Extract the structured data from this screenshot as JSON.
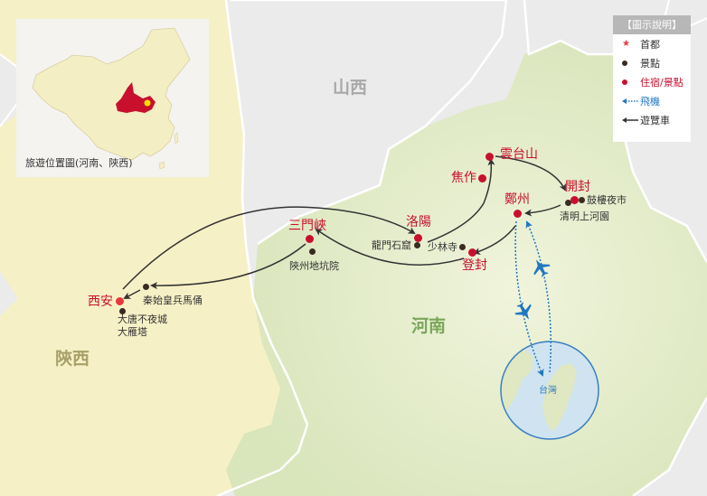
{
  "provinces": {
    "shanxi": "山西",
    "henan": "河南",
    "shaanxi": "陝西"
  },
  "inset": {
    "caption": "旅遊位置圖(河南、陝西)"
  },
  "legend": {
    "title": "【圖示說明】",
    "items": [
      {
        "symbol": "star-icon",
        "label": "首都",
        "color": "#e8383d"
      },
      {
        "symbol": "dot-icon",
        "label": "景點",
        "color": "#3b2a22"
      },
      {
        "symbol": "dot-icon",
        "label": "住宿/景點",
        "color": "#c8102e"
      },
      {
        "symbol": "dotted-arrow-icon",
        "label": "飛機",
        "color": "#1f77c0"
      },
      {
        "symbol": "solid-arrow-icon",
        "label": "遊覽車",
        "color": "#3b2a22"
      }
    ]
  },
  "cities": [
    {
      "name": "雲台山",
      "type": "stay"
    },
    {
      "name": "焦作",
      "type": "stay"
    },
    {
      "name": "開封",
      "type": "stay"
    },
    {
      "name": "鄭州",
      "type": "stay"
    },
    {
      "name": "洛陽",
      "type": "stay"
    },
    {
      "name": "三門峽",
      "type": "stay"
    },
    {
      "name": "登封",
      "type": "stay"
    },
    {
      "name": "西安",
      "type": "stay"
    }
  ],
  "spots": [
    {
      "name": "鼓樓夜市"
    },
    {
      "name": "清明上河園"
    },
    {
      "name": "龍門石窟"
    },
    {
      "name": "少林寺"
    },
    {
      "name": "陝州地坑院"
    },
    {
      "name": "秦始皇兵馬俑"
    },
    {
      "name": "大唐不夜城"
    },
    {
      "name": "大雁塔"
    }
  ],
  "taiwan": {
    "label": "台灣"
  },
  "colors": {
    "stay": "#c8102e",
    "spot": "#3b2a22",
    "flight": "#1f77c0",
    "bus": "#333333",
    "shaanxi_fill": "#f6f0c6",
    "henan_fill": "#e3ecc8",
    "other_fill": "#ebebeb"
  }
}
